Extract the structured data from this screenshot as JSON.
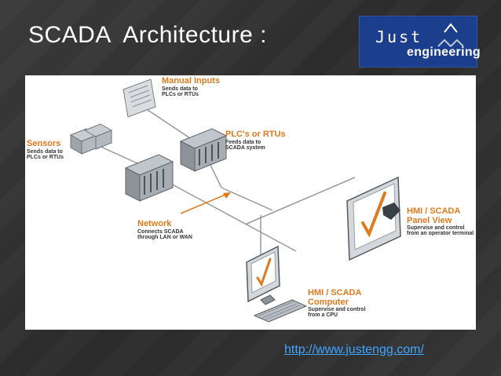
{
  "slide": {
    "title": "SCADA  Architecture :",
    "url": "http://www.justengg.com/"
  },
  "logo": {
    "line1": "Just",
    "line2": "engineering",
    "bg_color": "#1b3f8c"
  },
  "diagram": {
    "accent_color": "#e07a1f",
    "nodes": {
      "manual_inputs": {
        "title": "Manual Inputs",
        "desc": "Sends data to\nPLCs or RTUs"
      },
      "plcs_rtus": {
        "title": "PLC's or RTUs",
        "desc": "Feeds data to\nSCADA system"
      },
      "sensors": {
        "title": "Sensors",
        "desc": "Sends data to\nPLCs or RTUs"
      },
      "network": {
        "title": "Network",
        "desc": "Connects SCADA\nthrough LAN or WAN"
      },
      "hmi_panel": {
        "title": "HMI / SCADA\nPanel View",
        "desc": "Supervise and control\nfrom an operator terminal"
      },
      "hmi_computer": {
        "title": "HMI / SCADA\nComputer",
        "desc": "Supervise and control\nfrom a CPU"
      }
    }
  }
}
